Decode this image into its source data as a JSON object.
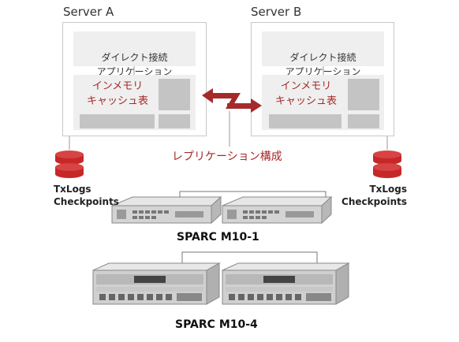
{
  "server_a": {
    "title": "Server A",
    "app_label": "ダイレクト接続\nアプリケーション",
    "cache_label": "インメモリ\nキャッシュ表"
  },
  "server_b": {
    "title": "Server B",
    "app_label": "ダイレクト接続\nアプリケーション",
    "cache_label": "インメモリ\nキャッシュ表"
  },
  "replication": {
    "label": "レプリケーション構成"
  },
  "logs_left": {
    "line1": "TxLogs",
    "line2": "Checkpoints"
  },
  "logs_right": {
    "line1": "TxLogs",
    "line2": "Checkpoints"
  },
  "models": {
    "m10_1": "SPARC M10-1",
    "m10_4": "SPARC M10-4"
  },
  "colors": {
    "accent": "#a52a2a",
    "disk": "#c62828",
    "panel": "#efefef",
    "block": "#c4c4c4"
  }
}
